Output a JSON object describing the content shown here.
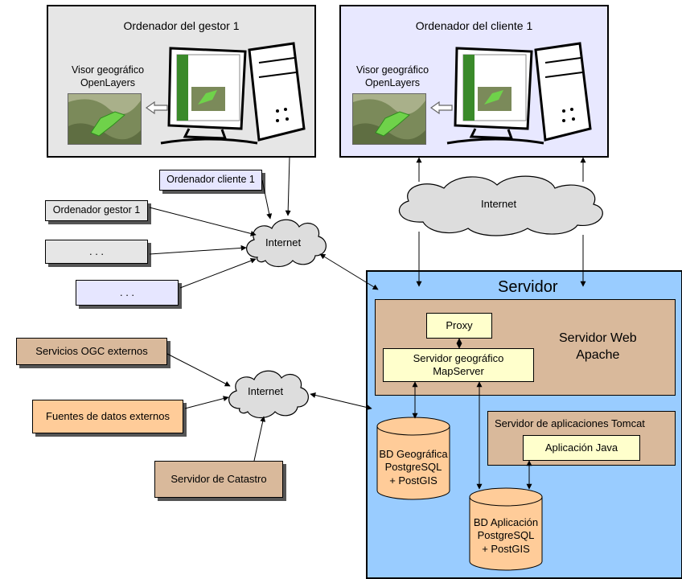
{
  "top_left": {
    "title": "Ordenador del gestor 1",
    "visor_line1": "Visor geográfico",
    "visor_line2": "OpenLayers",
    "bg": "#e6e6e6"
  },
  "top_right": {
    "title": "Ordenador del cliente 1",
    "visor_line1": "Visor geográfico",
    "visor_line2": "OpenLayers",
    "bg": "#e8e8ff"
  },
  "left_nodes": {
    "client1": "Ordenador cliente 1",
    "manager1": "Ordenador gestor 1",
    "dots_gray": ". . .",
    "dots_purple": ". . ."
  },
  "external": {
    "ogc": "Servicios OGC externos",
    "sources": "Fuentes de datos externos",
    "catastro": "Servidor de Catastro"
  },
  "clouds": {
    "upper": "Internet",
    "lower": "Internet",
    "right": "Internet"
  },
  "server": {
    "title": "Servidor",
    "apache_line1": "Servidor Web",
    "apache_line2": "Apache",
    "proxy": "Proxy",
    "mapserver_line1": "Servidor geográfico",
    "mapserver_line2": "MapServer",
    "tomcat": "Servidor de aplicaciones Tomcat",
    "java_app": "Aplicación Java",
    "db_geo_line1": "BD Geográfica",
    "db_geo_line2": "PostgreSQL",
    "db_geo_line3": "+ PostGIS",
    "db_app_line1": "BD Aplicación",
    "db_app_line2": "PostgreSQL",
    "db_app_line3": "+ PostGIS"
  },
  "colors": {
    "server_bg": "#99ccff",
    "brown": "#d9b99b",
    "orange": "#ffcc99",
    "light_yellow": "#ffffcc",
    "gray_box": "#e6e6e6",
    "purple_box": "#e6e6ff",
    "cloud": "#dddddd"
  }
}
